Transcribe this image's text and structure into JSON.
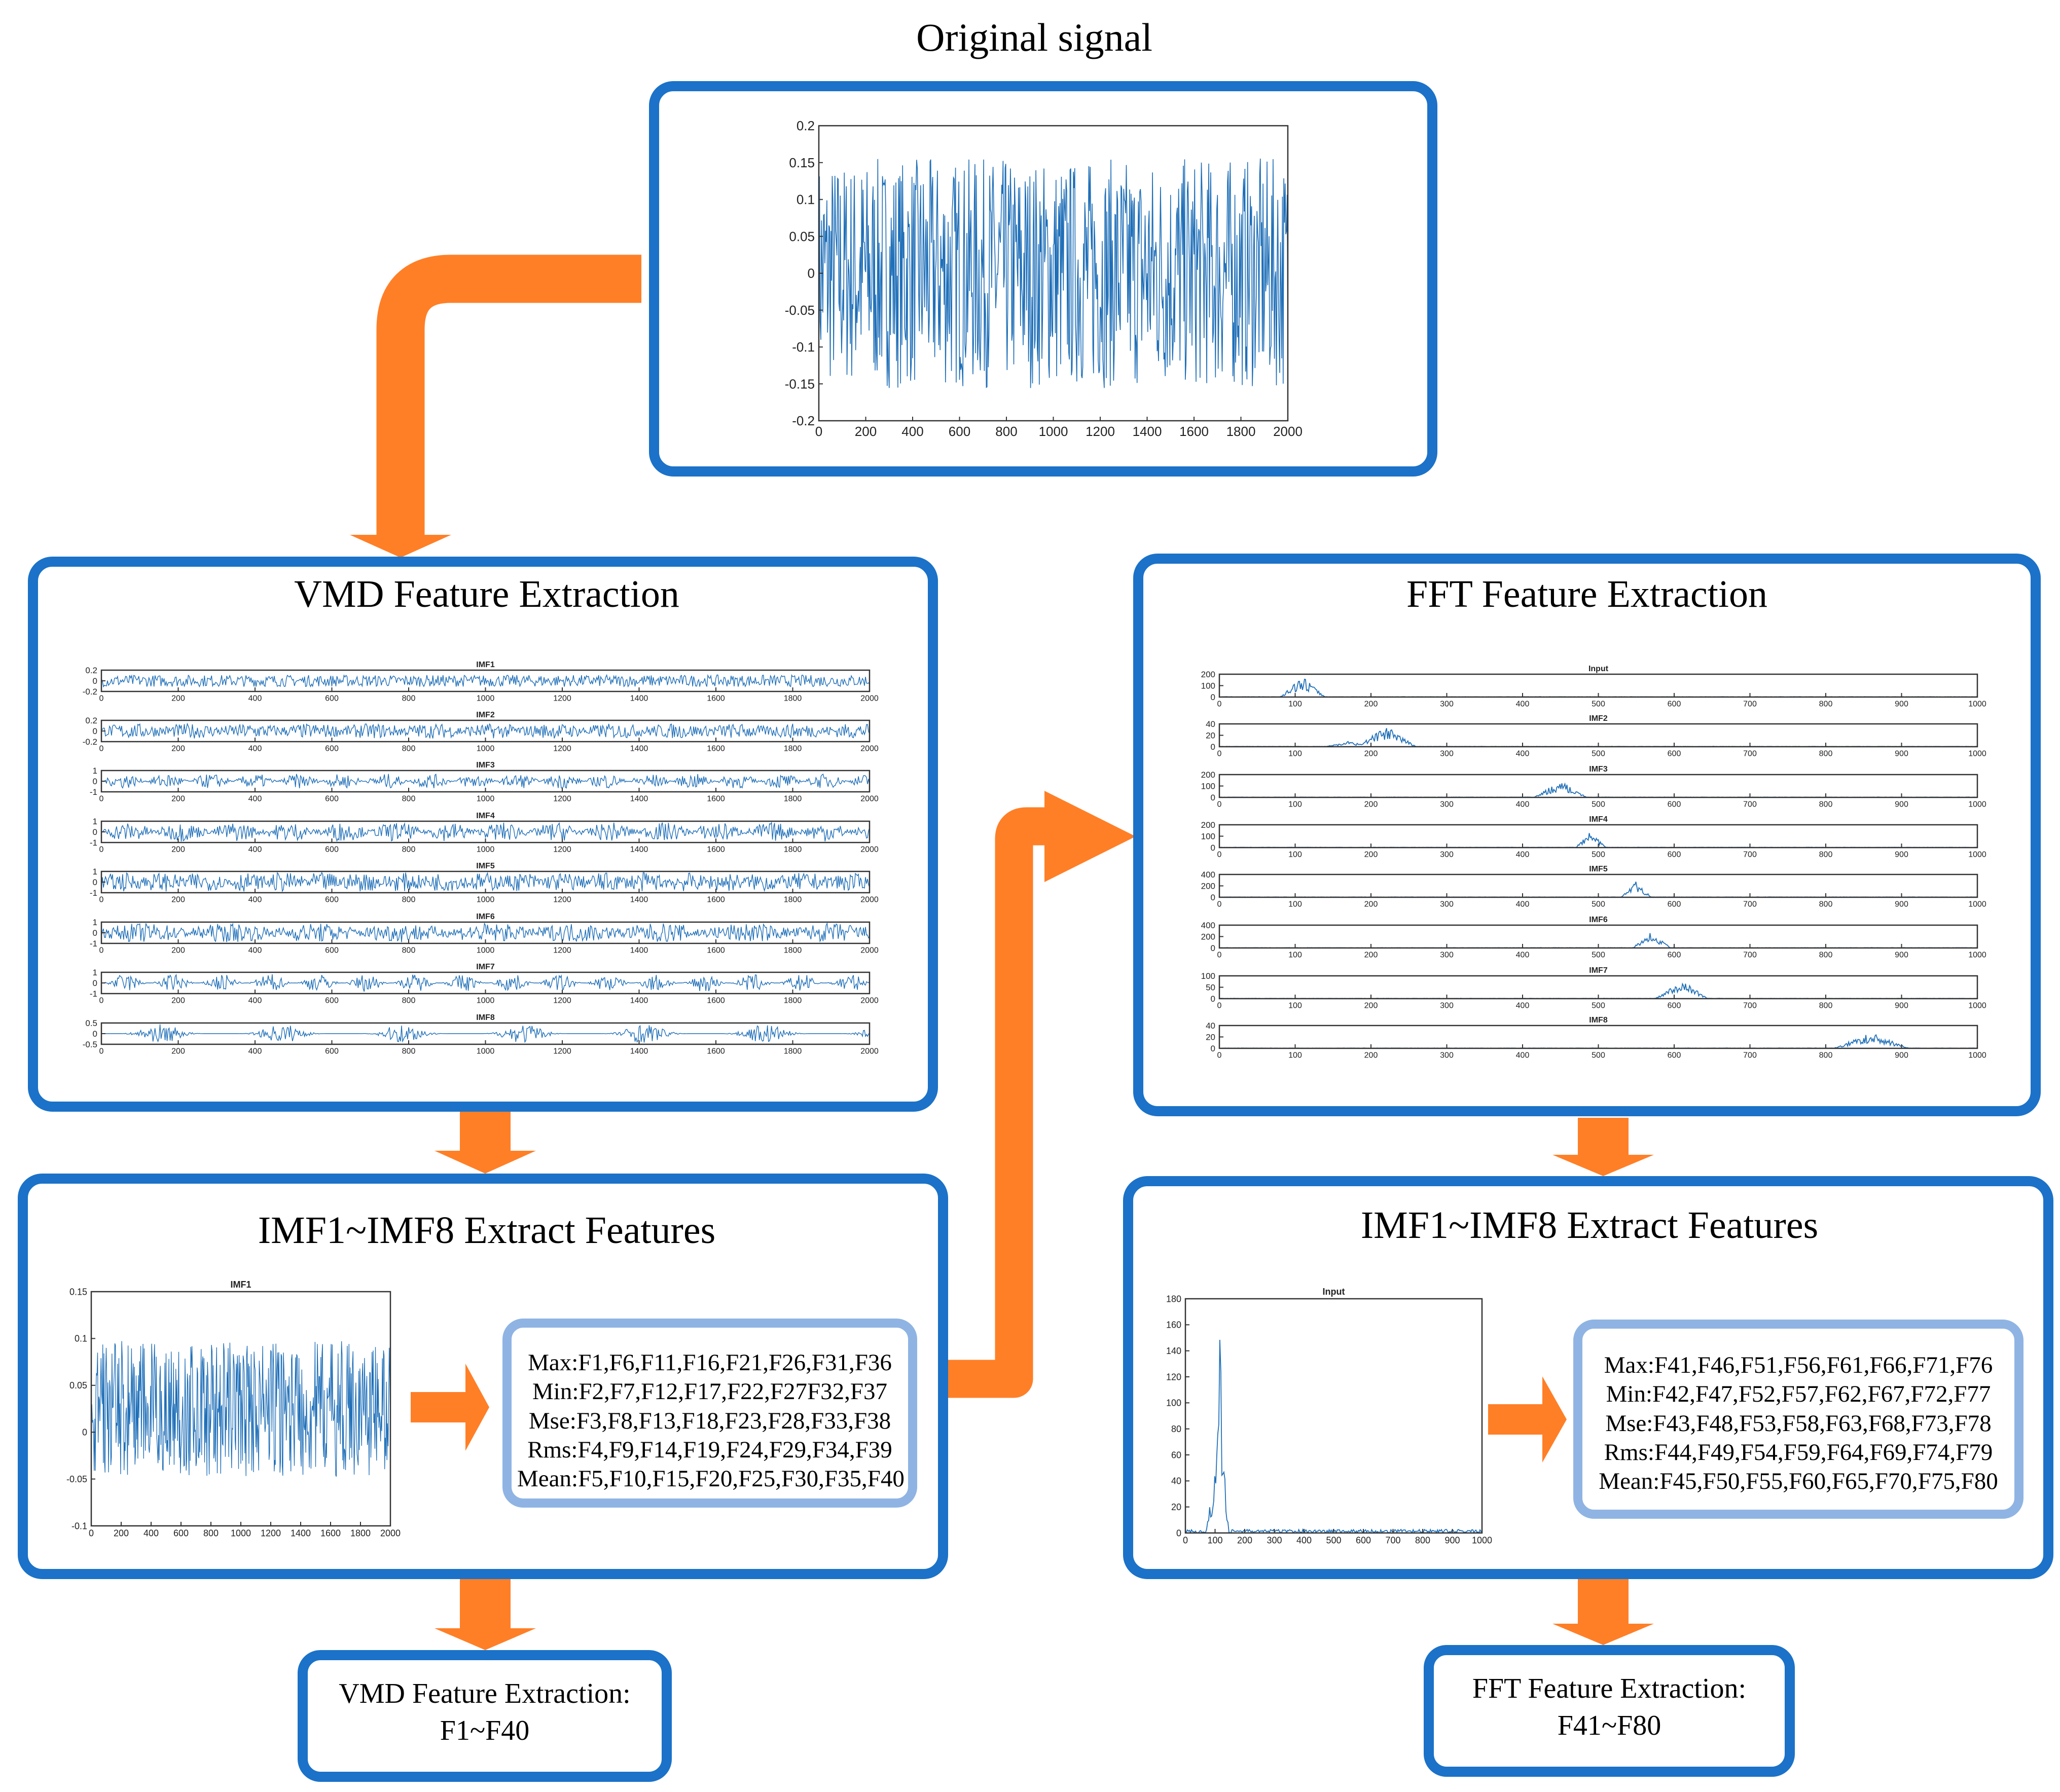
{
  "colors": {
    "box_border": "#1b72c8",
    "inner_border": "#8fb4e3",
    "arrow": "#ff7f27",
    "signal": "#1f6fb8"
  },
  "original": {
    "title": "Original signal",
    "yticks": [
      "0.2",
      "0.15",
      "0.1",
      "0.05",
      "0",
      "-0.05",
      "-0.1",
      "-0.15",
      "-0.2"
    ],
    "xticks": [
      "0",
      "200",
      "400",
      "600",
      "800",
      "1000",
      "1200",
      "1400",
      "1600",
      "1800",
      "2000"
    ]
  },
  "vmd": {
    "title": "VMD Feature Extraction",
    "xticks": [
      "0",
      "200",
      "400",
      "600",
      "800",
      "1000",
      "1200",
      "1400",
      "1600",
      "1800",
      "2000"
    ],
    "panels": [
      {
        "name": "IMF1",
        "yticks": [
          "0.2",
          "0",
          "-0.2"
        ]
      },
      {
        "name": "IMF2",
        "yticks": [
          "0.2",
          "0",
          "-0.2"
        ]
      },
      {
        "name": "IMF3",
        "yticks": [
          "1",
          "0",
          "-1"
        ]
      },
      {
        "name": "IMF4",
        "yticks": [
          "1",
          "0",
          "-1"
        ]
      },
      {
        "name": "IMF5",
        "yticks": [
          "1",
          "0",
          "-1"
        ]
      },
      {
        "name": "IMF6",
        "yticks": [
          "1",
          "0",
          "-1"
        ]
      },
      {
        "name": "IMF7",
        "yticks": [
          "1",
          "0",
          "-1"
        ]
      },
      {
        "name": "IMF8",
        "yticks": [
          "0.5",
          "0",
          "-0.5"
        ]
      }
    ]
  },
  "fft": {
    "title": "FFT Feature Extraction",
    "xticks": [
      "0",
      "100",
      "200",
      "300",
      "400",
      "500",
      "600",
      "700",
      "800",
      "900",
      "1000"
    ],
    "panels": [
      {
        "name": "Input",
        "yticks": [
          "200",
          "100",
          "0"
        ]
      },
      {
        "name": "IMF2",
        "yticks": [
          "40",
          "20",
          "0"
        ]
      },
      {
        "name": "IMF3",
        "yticks": [
          "200",
          "100",
          "0"
        ]
      },
      {
        "name": "IMF4",
        "yticks": [
          "200",
          "100",
          "0"
        ]
      },
      {
        "name": "IMF5",
        "yticks": [
          "400",
          "200",
          "0"
        ]
      },
      {
        "name": "IMF6",
        "yticks": [
          "400",
          "200",
          "0"
        ]
      },
      {
        "name": "IMF7",
        "yticks": [
          "100",
          "50",
          "0"
        ]
      },
      {
        "name": "IMF8",
        "yticks": [
          "40",
          "20",
          "0"
        ]
      }
    ]
  },
  "vmd_extract": {
    "title": "IMF1~IMF8 Extract Features",
    "plot_title": "IMF1",
    "yticks": [
      "0.15",
      "0.1",
      "0.05",
      "0",
      "-0.05",
      "-0.1"
    ],
    "xticks": [
      "0",
      "200",
      "400",
      "600",
      "800",
      "1000",
      "1200",
      "1400",
      "1600",
      "1800",
      "2000"
    ],
    "features": [
      "Max:F1,F6,F11,F16,F21,F26,F31,F36",
      "Min:F2,F7,F12,F17,F22,F27F32,F37",
      "Mse:F3,F8,F13,F18,F23,F28,F33,F38",
      "Rms:F4,F9,F14,F19,F24,F29,F34,F39",
      "Mean:F5,F10,F15,F20,F25,F30,F35,F40"
    ]
  },
  "fft_extract": {
    "title": "IMF1~IMF8 Extract Features",
    "plot_title": "Input",
    "yticks": [
      "180",
      "160",
      "140",
      "120",
      "100",
      "80",
      "60",
      "40",
      "20",
      "0"
    ],
    "xticks": [
      "0",
      "100",
      "200",
      "300",
      "400",
      "500",
      "600",
      "700",
      "800",
      "900",
      "1000"
    ],
    "features": [
      "Max:F41,F46,F51,F56,F61,F66,F71,F76",
      "Min:F42,F47,F52,F57,F62,F67,F72,F77",
      "Mse:F43,F48,F53,F58,F63,F68,F73,F78",
      "Rms:F44,F49,F54,F59,F64,F69,F74,F79",
      "Mean:F45,F50,F55,F60,F65,F70,F75,F80"
    ]
  },
  "vmd_final": {
    "line1": "VMD Feature Extraction:",
    "line2": "F1~F40"
  },
  "fft_final": {
    "line1": "FFT Feature Extraction:",
    "line2": "F41~F80"
  }
}
